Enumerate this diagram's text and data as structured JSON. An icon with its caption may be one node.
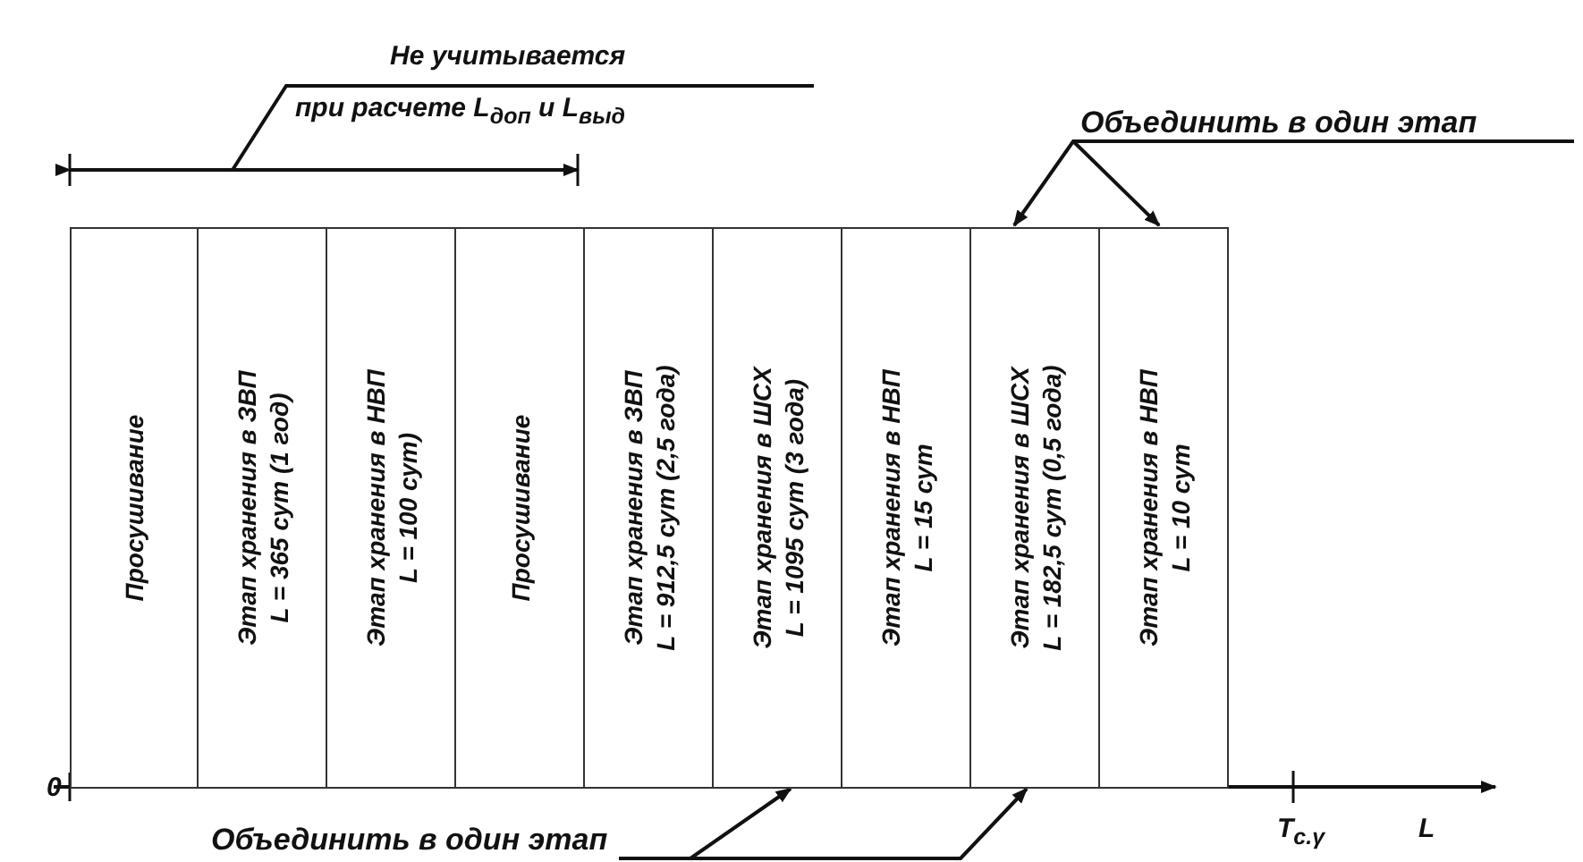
{
  "diagram": {
    "nodes": [
      {
        "text": [
          "Не учитывается",
          "при расчете *L*$_{доп}$ и *L*$_{выд}$"
        ]
      },
      {
        "text": [
          "Объединить в один этап"
        ]
      },
      {
        "text": [
          "Просушивание"
        ]
      },
      {
        "text": [
          "Этап хранения в ЗВП",
          "L = 365 сут (1 год)"
        ]
      },
      {
        "text": [
          "Этап хранения в НВП",
          "L = 100 сут)"
        ]
      },
      {
        "text": [
          "Просушивание"
        ]
      },
      {
        "text": [
          "Этап хранения в ЗВП",
          "L = 912,5 сут (2,5 года)"
        ]
      },
      {
        "text": [
          "Этап хранения в ШСХ",
          "L = 1095 сут (3 года)"
        ]
      },
      {
        "text": [
          "Этап хранения в НВП",
          "L = 15 сут"
        ]
      },
      {
        "text": [
          "Этап хранения в ШСХ",
          "L = 182,5 сут (0,5 года)"
        ]
      },
      {
        "text": [
          "Этап хранения в НВП",
          "L = 10 сут"
        ]
      },
      {
        "text": [
          "Объединить в один этап"
        ]
      }
    ],
    "edges": [
      {
        "from": 0,
        "to": null,
        "arrow": "none"
      },
      {
        "from": 1,
        "to": 9,
        "arrow": "to"
      },
      {
        "from": 1,
        "to": 10,
        "arrow": "to"
      },
      {
        "from": 11,
        "to": 7,
        "arrow": "to"
      },
      {
        "from": 11,
        "to": 9,
        "arrow": "to"
      }
    ],
    "labels": [
      "0",
      "T$_{с.γ}$",
      "L"
    ]
  }
}
